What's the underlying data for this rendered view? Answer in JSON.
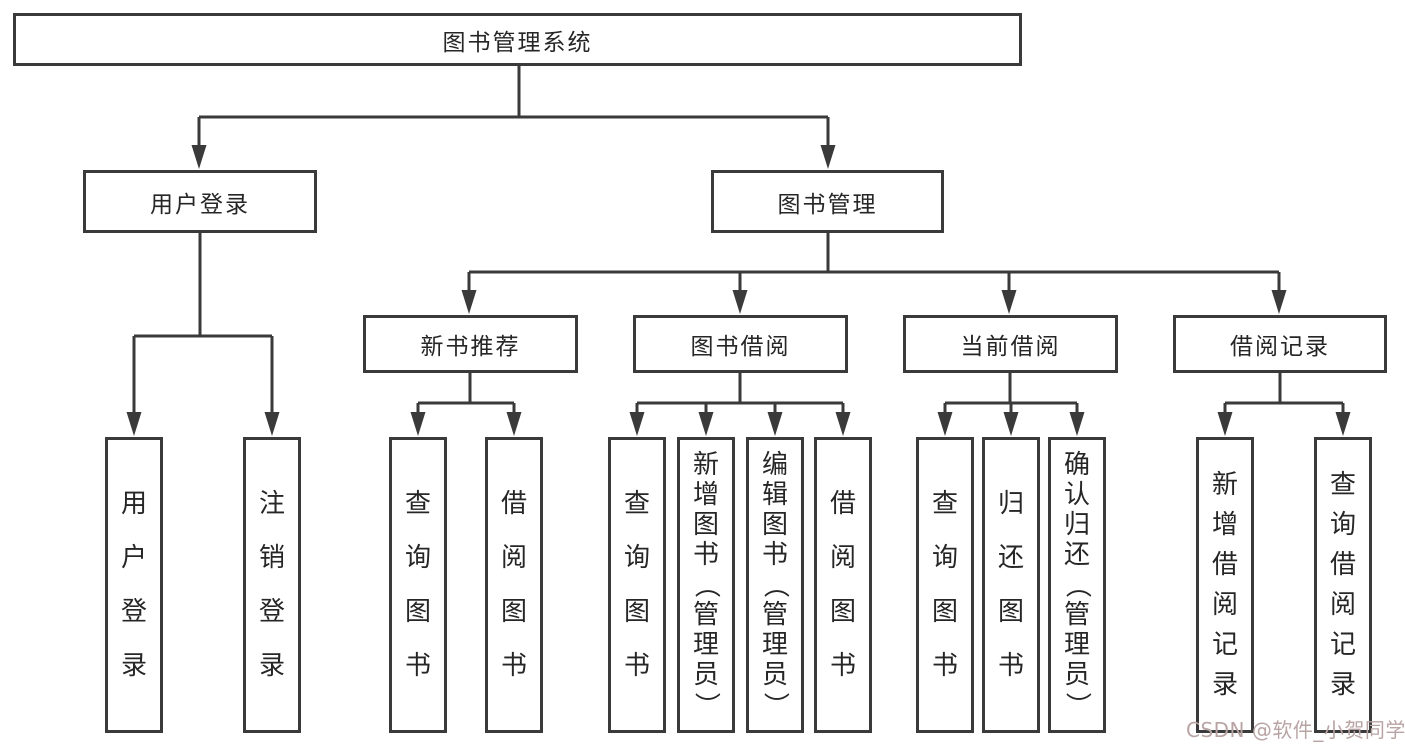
{
  "colors": {
    "line": "#3a3a3a",
    "box_border": "#3a3a3a",
    "text": "#262626",
    "watermark": "#b9a4a4",
    "background": "#ffffff"
  },
  "nodes": {
    "root": "图书管理系统",
    "user_branch": "用户登录",
    "book_branch": "图书管理",
    "recommend": "新书推荐",
    "borrow": "图书借阅",
    "current": "当前借阅",
    "records": "借阅记录"
  },
  "leaves": {
    "user_login": "用户登录",
    "logout": "注销登录",
    "rec_query_books": "查询图书",
    "rec_borrow_books": "借阅图书",
    "bor_query_books": "查询图书",
    "bor_add_books": "新增图书（管理员）",
    "bor_edit_books": "编辑图书（管理员）",
    "bor_borrow_books": "借阅图书",
    "cur_query_books": "查询图书",
    "cur_return_books": "归还图书",
    "cur_confirm_return": "确认归还（管理员）",
    "recd_add_record": "新增借阅记录",
    "recd_query_record": "查询借阅记录"
  },
  "watermark": "CSDN @软件_小贺同学"
}
